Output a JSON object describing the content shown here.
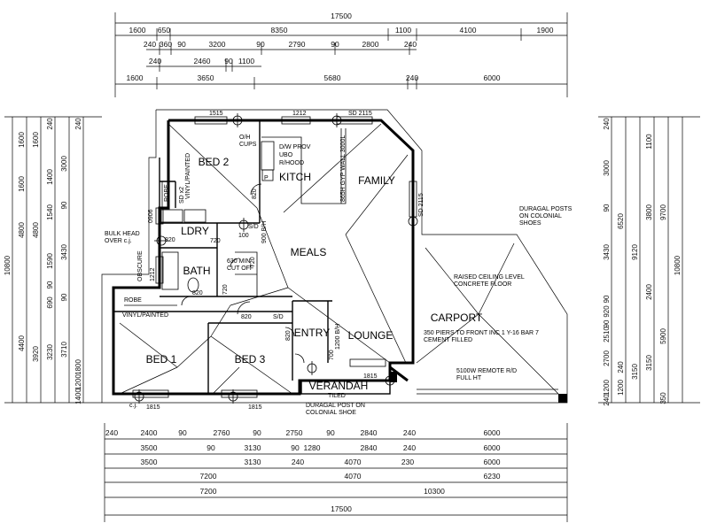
{
  "top_dims": {
    "total": "17500",
    "row1": [
      "1600",
      "650",
      "8350",
      "1100",
      "4100",
      "1900"
    ],
    "row2": [
      "240",
      "360",
      "90",
      "3200",
      "90",
      "2790",
      "90",
      "2800",
      "240"
    ],
    "row3": [
      "240",
      "2460",
      "90",
      "1100"
    ],
    "row4": [
      "1600",
      "3650",
      "5680",
      "240",
      "6000"
    ]
  },
  "bottom_dims": {
    "row1": [
      "240",
      "2400",
      "90",
      "2760",
      "90",
      "2750",
      "90",
      "2840",
      "240",
      "6000"
    ],
    "row2": [
      "3500",
      "90",
      "3130",
      "90",
      "1280",
      "2840",
      "240",
      "6000"
    ],
    "row3": [
      "3500",
      "3130",
      "240",
      "4070",
      "230",
      "6000"
    ],
    "row4": [
      "7200",
      "4070",
      "6230"
    ],
    "row5": [
      "7200",
      "10300"
    ],
    "total": "17500"
  },
  "left_dims": {
    "total": "10800",
    "col1": [
      "1600",
      "1600",
      "4800",
      "4400"
    ],
    "col2": [
      "1600",
      "4800",
      "3920"
    ],
    "col3": [
      "240",
      "1400",
      "1540",
      "1590",
      "90",
      "690",
      "3230"
    ],
    "col4": [
      "3000",
      "90",
      "3430",
      "90",
      "3710"
    ],
    "col5": [
      "240",
      "1200",
      "1800",
      "1400"
    ]
  },
  "right_dims": {
    "total": "10800",
    "col1": [
      "240",
      "3000",
      "90",
      "3430",
      "90",
      "920",
      "90",
      "2510",
      "2700",
      "1200",
      "240"
    ],
    "col2": [
      "6520",
      "240",
      "1200"
    ],
    "col3": [
      "9120",
      "3150"
    ],
    "col4": [
      "1100",
      "3800",
      "2400",
      "3150"
    ],
    "col5": [
      "9700",
      "5900",
      "350"
    ]
  },
  "rooms": {
    "bed2": "BED 2",
    "kitch": "KITCH",
    "family": "FAMILY",
    "ldry": "LDRY",
    "meals": "MEALS",
    "bath": "BATH",
    "bed1": "BED 1",
    "bed3": "BED 3",
    "entry": "ENTRY",
    "lounge": "LOUNGE",
    "verandah": "VERANDAH",
    "carport": "CARPORT"
  },
  "notes": {
    "oh_cups": "O/H\nCUPS",
    "dw_prov": "D/W PROV",
    "ubo": "UBO",
    "rhood": "R/HOOD",
    "gyp_wall": "865H GYP WALL 3000L",
    "robe_bed2": "ROBE",
    "sd_x2": "SD x2",
    "vinyl_bed2": "VINYL/PAINTED",
    "bulkhead": "BULK HEAD\nOVER c.j.",
    "cut_off": "630 MIN\nCUT OFF",
    "obscure": "OBSCURE",
    "robe_bed1": "ROBE",
    "vinyl_bed1": "VINYL/PAINTED",
    "duragal_posts": "DURAGAL POSTS\nON COLONIAL\nSHOES",
    "raised_ceiling": "RAISED CEILING LEVEL\nCONCRETE FLOOR",
    "piers": "350 PIERS TO FRONT INC 1 Y-16 BAR 7\nCEMENT FILLED",
    "remote": "5100W REMOTE R/D\nFULL HT",
    "tiled": "TILED",
    "duragal_post": "DURAGAL POST ON\nCOLONIAL SHOE",
    "w1515": "1515",
    "w1212": "1212",
    "sd2115a": "SD 2115",
    "sd2115b": "SD 2115",
    "w1815a": "1815",
    "w1815b": "1815",
    "w1815c": "1815",
    "w0906": "0906",
    "w1212b": "1212",
    "d820a": "820",
    "d820b": "820",
    "d820c": "820",
    "d820d": "820",
    "d820e": "820",
    "d720a": "720",
    "d720b": "720",
    "d720c": "720",
    "bh900": "900 B/H",
    "bh1200": "1200 B/H",
    "d700": "700",
    "d100": "100",
    "sd": "S/D",
    "sd2": "S/D",
    "p": "P",
    "cj": "c.j."
  }
}
